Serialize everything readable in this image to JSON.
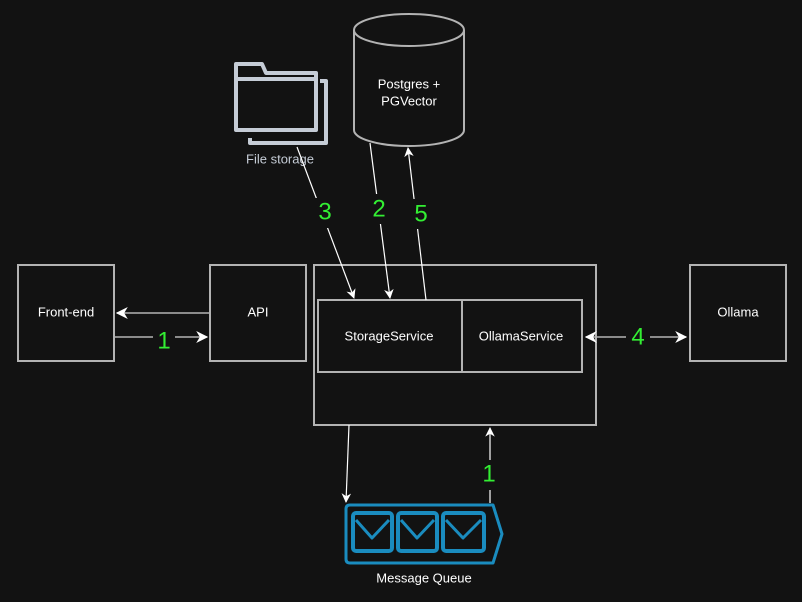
{
  "diagram": {
    "nodes": {
      "front_end": "Front-end",
      "api": "API",
      "storage_service": "StorageService",
      "ollama_service": "OllamaService",
      "ollama": "Ollama",
      "postgres": "Postgres +\nPGVector",
      "postgres_line1": "Postgres +",
      "postgres_line2": "PGVector",
      "file_storage": "File storage",
      "message_queue": "Message Queue"
    },
    "edge_labels": {
      "frontend_to_api": "1",
      "file_storage_to_storage_service": "3",
      "postgres_to_storage_service": "2",
      "storage_service_to_postgres": "5",
      "ollama_service_ollama": "4",
      "queue_to_backend": "1"
    },
    "colors": {
      "background": "#121212",
      "node_stroke": "#b3b3b3",
      "step_label": "#33ee33",
      "queue_icon": "#1a8cbf",
      "file_icon": "#c5ccd6"
    }
  }
}
